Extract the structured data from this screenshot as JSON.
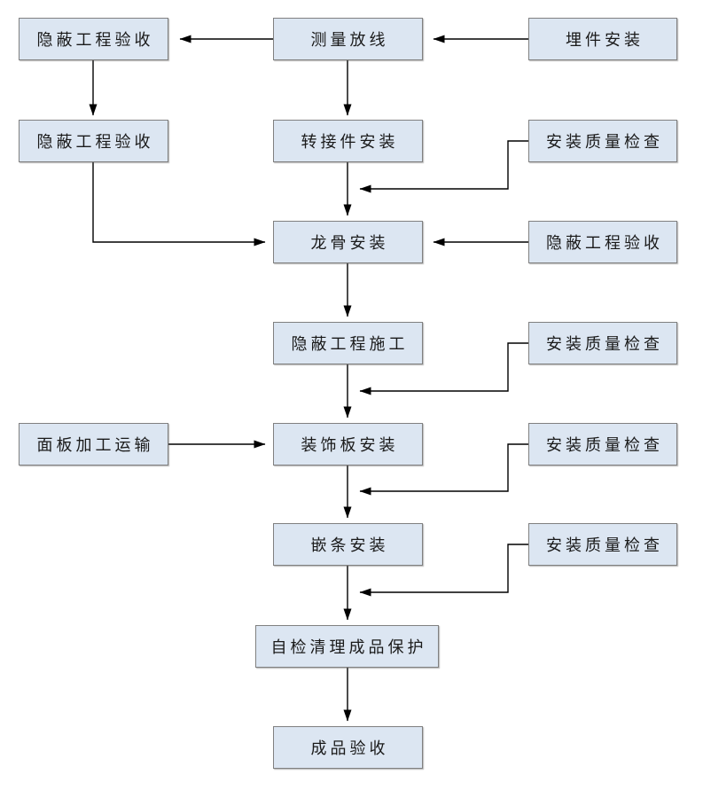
{
  "diagram": {
    "type": "flowchart",
    "description": "Curtain-wall / panel installation construction process flowchart",
    "colors": {
      "node_fill": "#dce6f2",
      "node_border": "#808080",
      "connector": "#000000",
      "text": "#1a1a1a",
      "background": "#ffffff"
    },
    "nodes": [
      {
        "id": "hidden-work-acceptance-top",
        "label": "隐蔽工程验收"
      },
      {
        "id": "measure-setout",
        "label": "测量放线"
      },
      {
        "id": "embed-install",
        "label": "埋件安装"
      },
      {
        "id": "hidden-work-acceptance-2",
        "label": "隐蔽工程验收"
      },
      {
        "id": "adapter-install",
        "label": "转接件安装"
      },
      {
        "id": "quality-check-1",
        "label": "安装质量检查"
      },
      {
        "id": "keel-install",
        "label": "龙骨安装"
      },
      {
        "id": "hidden-work-acceptance-3",
        "label": "隐蔽工程验收"
      },
      {
        "id": "hidden-work-construction",
        "label": "隐蔽工程施工"
      },
      {
        "id": "quality-check-2",
        "label": "安装质量检查"
      },
      {
        "id": "panel-processing-transport",
        "label": "面板加工运输"
      },
      {
        "id": "decorative-panel-install",
        "label": "装饰板安装"
      },
      {
        "id": "quality-check-3",
        "label": "安装质量检查"
      },
      {
        "id": "trim-strip-install",
        "label": "嵌条安装"
      },
      {
        "id": "quality-check-4",
        "label": "安装质量检查"
      },
      {
        "id": "self-check-cleanup-protect",
        "label": "自检清理成品保护"
      },
      {
        "id": "finished-product-acceptance",
        "label": "成品验收"
      }
    ],
    "edges": [
      {
        "from": "embed-install",
        "to": "measure-setout"
      },
      {
        "from": "measure-setout",
        "to": "hidden-work-acceptance-top"
      },
      {
        "from": "hidden-work-acceptance-top",
        "to": "hidden-work-acceptance-2"
      },
      {
        "from": "measure-setout",
        "to": "adapter-install"
      },
      {
        "from": "adapter-install",
        "to": "keel-install"
      },
      {
        "from": "quality-check-1",
        "to": "adapter-install—keel-install link"
      },
      {
        "from": "hidden-work-acceptance-2",
        "to": "keel-install"
      },
      {
        "from": "hidden-work-acceptance-3",
        "to": "keel-install"
      },
      {
        "from": "keel-install",
        "to": "hidden-work-construction"
      },
      {
        "from": "quality-check-2",
        "to": "hidden-work-construction—decorative-panel-install link"
      },
      {
        "from": "hidden-work-construction",
        "to": "decorative-panel-install"
      },
      {
        "from": "panel-processing-transport",
        "to": "decorative-panel-install"
      },
      {
        "from": "decorative-panel-install",
        "to": "trim-strip-install"
      },
      {
        "from": "quality-check-3",
        "to": "decorative-panel-install—trim-strip-install link"
      },
      {
        "from": "trim-strip-install",
        "to": "self-check-cleanup-protect"
      },
      {
        "from": "quality-check-4",
        "to": "trim-strip-install—self-check-cleanup-protect link"
      },
      {
        "from": "self-check-cleanup-protect",
        "to": "finished-product-acceptance"
      }
    ]
  }
}
